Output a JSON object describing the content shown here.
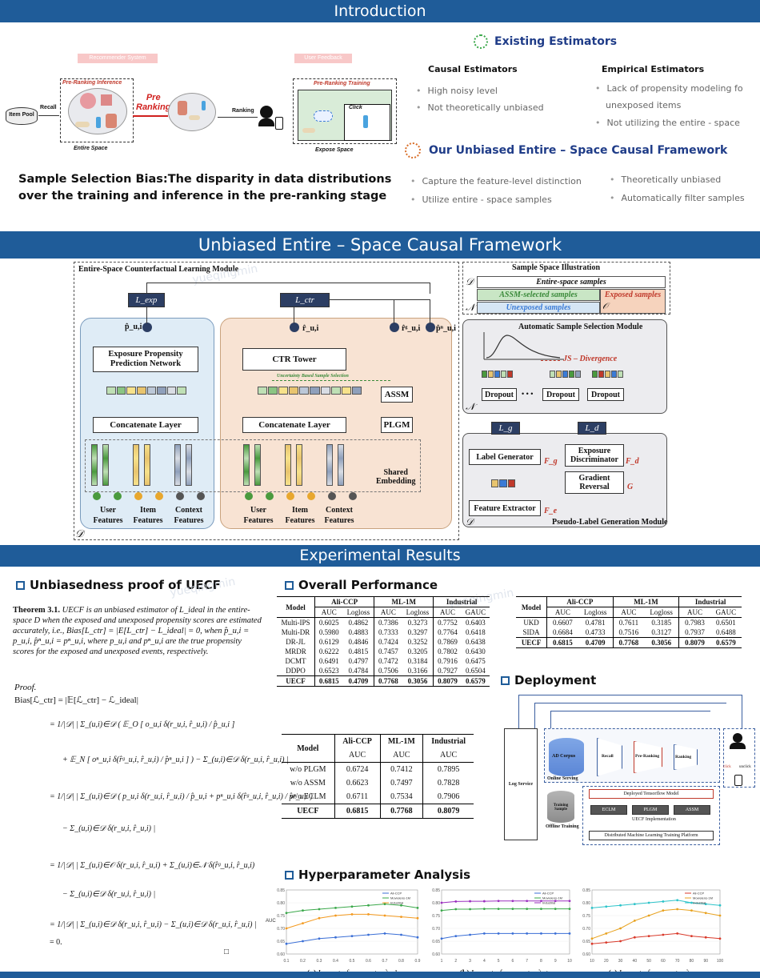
{
  "sections": {
    "intro": "Introduction",
    "framework": "Unbiased Entire – Space Causal Framework",
    "results": "Experimental Results"
  },
  "intro": {
    "recsys_label": "Recommender System",
    "user_feedback_label": "User Feedback",
    "item_pool": "Item Pool",
    "recall": "Recall",
    "preranking_inference": "Pre-Ranking Inference",
    "preranking": "Pre\nRanking",
    "ranking": "Ranking",
    "entire_space": "Entire Space",
    "preranking_training": "Pre-Ranking Training",
    "click": "Click",
    "expose_space": "Expose Space",
    "bias_statement": "Sample Selection Bias:The disparity in data distributions over the training and inference in the pre-ranking stage",
    "existing_title": "Existing Estimators",
    "causal_title": "Causal Estimators",
    "causal_items": [
      "High noisy level",
      "Not theoretically unbiased"
    ],
    "empirical_title": "Empirical Estimators",
    "empirical_item1": "Lack of propensity modeling fo",
    "empirical_item1_cont": "unexposed items",
    "empirical_item2": "Not utilizing the entire - space",
    "ours_title": "Our Unbiased Entire – Space Causal Framework",
    "ours_items": [
      "Capture the  feature-level distinction",
      "Theoretically unbiased",
      "Utilize entire - space samples",
      "Automatically filter samples"
    ]
  },
  "framework": {
    "module_title": "Entire-Space Counterfactual Learning Module",
    "l_exp": "L_exp",
    "l_ctr": "L_ctr",
    "p_hat": "p̂_u,i",
    "r_hat": "r̂_u,i",
    "rg_hat": "r̂ᵍ_u,i",
    "pn_hat": "p̂ⁿ_u,i",
    "exposure_net": "Exposure Propensity Prediction Network",
    "ctr_tower": "CTR Tower",
    "uncertainty": "Uncertainty Based Sample Selection",
    "assm": "ASSM",
    "plgm": "PLGM",
    "concat1": "Concatenate Layer",
    "concat2": "Concatenate Layer",
    "shared_embedding": "Shared\nEmbedding",
    "features": [
      "User\nFeatures",
      "Item\nFeatures",
      "Context\nFeatures"
    ],
    "d_symbol": "𝒟",
    "n_symbol": "𝒩",
    "o_symbol": "𝒪",
    "sample_space_title": "Sample Space Illustration",
    "entire_samples": "Entire-space samples",
    "assm_samples": "ASSM-selected samples",
    "exposed_samples": "Exposed samples",
    "unexposed_samples": "Unexposed samples",
    "assm_module": "Automatic Sample Selection Module",
    "js": "JS – Divergence",
    "dropout": "Dropout",
    "ellipsis": "• • •",
    "l_g": "L_g",
    "l_d": "L_d",
    "label_gen": "Label Generator",
    "f_g": "F_g",
    "exposure_disc": "Exposure Discriminator",
    "f_d": "F_d",
    "grad_rev": "Gradient Reversal",
    "g_sym": "G",
    "feat_extractor": "Feature Extractor",
    "f_e": "F_e",
    "plgm_module": "Pseudo-Label Generation Module",
    "watermark": "yueqingmin"
  },
  "proof": {
    "title": "Unbiasedness proof of UECF",
    "theorem_label": "Theorem 3.1.",
    "theorem_text": "UECF is an unbiased estimator of L_ideal in the entire-space D when the exposed and unexposed propensity scores are estimated accurately, i.e., Bias[L_ctr] = |E[L_ctr] − L_ideal| = 0, when p̂_u,i = p_u,i, p̂ⁿ_u,i = pⁿ_u,i, where p_u,i and pⁿ_u,i are the true propensity scores for the exposed and unexposed events, respectively.",
    "proof_label": "Proof.",
    "lines": [
      "Bias[ℒ_ctr] = |𝔼[ℒ_ctr] − ℒ_ideal|",
      "= 1/|𝒟| | Σ_(u,i)∈𝒟 ( 𝔼_O [ o_u,i δ(r_u,i, r̂_u,i) / p̂_u,i ]",
      "+ 𝔼_N [ oⁿ_u,i δ(r̂ᵍ_u,i, r̂_u,i) / p̂ⁿ_u,i ] ) − Σ_(u,i)∈𝒟 δ(r_u,i, r̂_u,i) |",
      "= 1/|𝒟| | Σ_(u,i)∈𝒟 ( p_u,i δ(r_u,i, r̂_u,i) / p̂_u,i + pⁿ_u,i δ(r̂ᵍ_u,i, r̂_u,i) / p̂ⁿ_u,i )",
      "− Σ_(u,i)∈𝒟 δ(r_u,i, r̂_u,i) |",
      "= 1/|𝒟| | Σ_(u,i)∈𝒪 δ(r_u,i, r̂_u,i) + Σ_(u,i)∈𝒩 δ(r̂ᵍ_u,i, r̂_u,i)",
      "− Σ_(u,i)∈𝒟 δ(r_u,i, r̂_u,i) |",
      "= 1/|𝒟| | Σ_(u,i)∈𝒟 δ(r_u,i, r̂_u,i) − Σ_(u,i)∈𝒟 δ(r_u,i, r̂_u,i) |",
      "= 0."
    ],
    "qed": "□"
  },
  "overall": {
    "title": "Overall Performance",
    "head": [
      "Model",
      "Ali-CCP",
      "ML-1M",
      "Industrial"
    ],
    "sub": [
      "AUC",
      "Logloss",
      "AUC",
      "Logloss",
      "AUC",
      "GAUC"
    ],
    "rows": [
      [
        "Multi-IPS",
        "0.6025",
        "0.4862",
        "0.7386",
        "0.3273",
        "0.7752",
        "0.6403"
      ],
      [
        "Multi-DR",
        "0.5980",
        "0.4883",
        "0.7333",
        "0.3297",
        "0.7764",
        "0.6418"
      ],
      [
        "DR-JL",
        "0.6129",
        "0.4846",
        "0.7424",
        "0.3252",
        "0.7869",
        "0.6438"
      ],
      [
        "MRDR",
        "0.6222",
        "0.4815",
        "0.7457",
        "0.3205",
        "0.7802",
        "0.6430"
      ],
      [
        "DCMT",
        "0.6491",
        "0.4797",
        "0.7472",
        "0.3184",
        "0.7916",
        "0.6475"
      ],
      [
        "DDPO",
        "0.6523",
        "0.4784",
        "0.7506",
        "0.3166",
        "0.7927",
        "0.6504"
      ]
    ],
    "ours": [
      "UECF",
      "0.6815",
      "0.4709",
      "0.7768",
      "0.3056",
      "0.8079",
      "0.6579"
    ],
    "rows2": [
      [
        "UKD",
        "0.6607",
        "0.4781",
        "0.7611",
        "0.3185",
        "0.7983",
        "0.6501"
      ],
      [
        "SIDA",
        "0.6684",
        "0.4733",
        "0.7516",
        "0.3127",
        "0.7937",
        "0.6488"
      ]
    ]
  },
  "ablation": {
    "head": [
      "Model",
      "Ali-CCP",
      "ML-1M",
      "Industrial"
    ],
    "sub": [
      "AUC",
      "AUC",
      "AUC"
    ],
    "rows": [
      [
        "w/o PLGM",
        "0.6724",
        "0.7412",
        "0.7895"
      ],
      [
        "w/o ASSM",
        "0.6623",
        "0.7497",
        "0.7828"
      ],
      [
        "w/o ECLM",
        "0.6711",
        "0.7534",
        "0.7906"
      ]
    ],
    "ours": [
      "UECF",
      "0.6815",
      "0.7768",
      "0.8079"
    ]
  },
  "deployment": {
    "title": "Deployment",
    "log_service": "Log Service",
    "ad_corpus": "AD Corpus",
    "recall": "Recall",
    "preranking": "Pre-Ranking",
    "ranking": "Ranking",
    "online": "Online Serving",
    "click": "click",
    "unclick": "unclick",
    "training_sample": "Training Sample",
    "offline": "Offline Training",
    "deployed": "Deployed Tensorflow Model",
    "eclm": "ECLM",
    "plgm": "PLGM",
    "assm": "ASSM",
    "impl": "UECF Implementation",
    "platform": "Distributed Machine Learning Training Platform"
  },
  "hyper": {
    "title": "Hyperparameter Analysis",
    "captions": [
      {
        "tag": "(a)",
        "text": "Impact of parameter λ_d"
      },
      {
        "tag": "(b)",
        "text": "Impact of parameter λ_t"
      },
      {
        "tag": "(c)",
        "text": "Impact of parameter λ_s"
      }
    ],
    "ylabel_a": "AUC"
  },
  "chart_data": [
    {
      "type": "line",
      "title": "(a) Impact of parameter λ_d",
      "ylabel": "AUC",
      "x": [
        0.1,
        0.2,
        0.3,
        0.4,
        0.5,
        0.6,
        0.7,
        0.8,
        0.9
      ],
      "ylim": [
        0.6,
        0.85
      ],
      "series": [
        {
          "name": "Ali-CCP",
          "color": "#3b6fd6",
          "values": [
            0.64,
            0.65,
            0.66,
            0.665,
            0.67,
            0.675,
            0.68,
            0.675,
            0.665
          ]
        },
        {
          "name": "Movielens-1M",
          "color": "#3aa84a",
          "values": [
            0.76,
            0.77,
            0.775,
            0.78,
            0.785,
            0.79,
            0.795,
            0.79,
            0.78
          ]
        },
        {
          "name": "Industrial",
          "color": "#f39a20",
          "values": [
            0.7,
            0.72,
            0.74,
            0.75,
            0.755,
            0.755,
            0.75,
            0.745,
            0.74
          ]
        }
      ]
    },
    {
      "type": "line",
      "title": "(b) Impact of parameter λ_t",
      "x": [
        1,
        2,
        3,
        4,
        5,
        6,
        7,
        8,
        9,
        10
      ],
      "ylim": [
        0.6,
        0.85
      ],
      "series": [
        {
          "name": "Ali-CCP",
          "color": "#3b6fd6",
          "values": [
            0.66,
            0.67,
            0.675,
            0.68,
            0.68,
            0.68,
            0.68,
            0.68,
            0.68,
            0.68
          ]
        },
        {
          "name": "Movielens-1M",
          "color": "#3aa84a",
          "values": [
            0.77,
            0.775,
            0.775,
            0.776,
            0.776,
            0.776,
            0.776,
            0.776,
            0.776,
            0.776
          ]
        },
        {
          "name": "Industrial",
          "color": "#9b2fbf",
          "values": [
            0.8,
            0.805,
            0.806,
            0.806,
            0.807,
            0.807,
            0.807,
            0.807,
            0.807,
            0.807
          ]
        }
      ]
    },
    {
      "type": "line",
      "title": "(c) Impact of parameter λ_s",
      "x": [
        10,
        20,
        30,
        40,
        50,
        60,
        70,
        80,
        90,
        100
      ],
      "ylim": [
        0.6,
        0.85
      ],
      "series": [
        {
          "name": "Ali-CCP",
          "color": "#d93a2b",
          "values": [
            0.64,
            0.645,
            0.65,
            0.665,
            0.67,
            0.675,
            0.68,
            0.67,
            0.665,
            0.66
          ]
        },
        {
          "name": "Movielens-1M",
          "color": "#e8a21f",
          "values": [
            0.66,
            0.68,
            0.7,
            0.73,
            0.75,
            0.77,
            0.775,
            0.77,
            0.76,
            0.75
          ]
        },
        {
          "name": "Industrial",
          "color": "#2cc3c9",
          "values": [
            0.78,
            0.785,
            0.79,
            0.795,
            0.8,
            0.805,
            0.81,
            0.8,
            0.795,
            0.79
          ]
        }
      ]
    }
  ]
}
